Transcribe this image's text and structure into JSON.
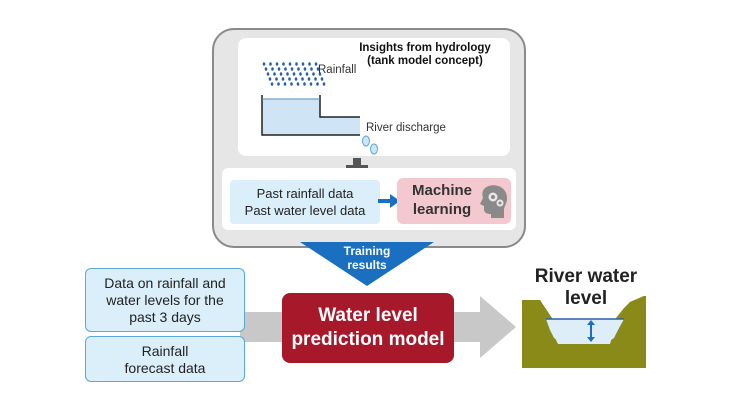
{
  "hydrology": {
    "title_line1": "Insights from hydrology",
    "title_line2": "(tank model concept)",
    "rainfall_label": "Rainfall",
    "discharge_label": "River discharge"
  },
  "training": {
    "past_rainfall": "Past rainfall data",
    "past_water_level": "Past water level data",
    "ml_line1": "Machine",
    "ml_line2": "learning",
    "ml_icon": "brain-gears-icon",
    "plus_icon": "plus-icon"
  },
  "training_results": {
    "line1": "Training",
    "line2": "results"
  },
  "inputs": {
    "box1_line1": "Data on rainfall and",
    "box1_line2": "water levels for the",
    "box1_line3": "past 3 days",
    "box2_line1": "Rainfall",
    "box2_line2": "forecast data"
  },
  "model": {
    "line1": "Water level",
    "line2": "prediction model"
  },
  "output": {
    "line1": "River water",
    "line2": "level"
  },
  "colors": {
    "model_red": "#a6182a",
    "arrow_blue": "#1a6fc0",
    "input_fill": "#dbeffa",
    "input_border": "#5aa9d6",
    "ml_pink": "#f3c9cf",
    "ground_olive": "#8a8a18",
    "water_blue": "#ddeef8",
    "flow_gray": "#c8c8c8"
  }
}
